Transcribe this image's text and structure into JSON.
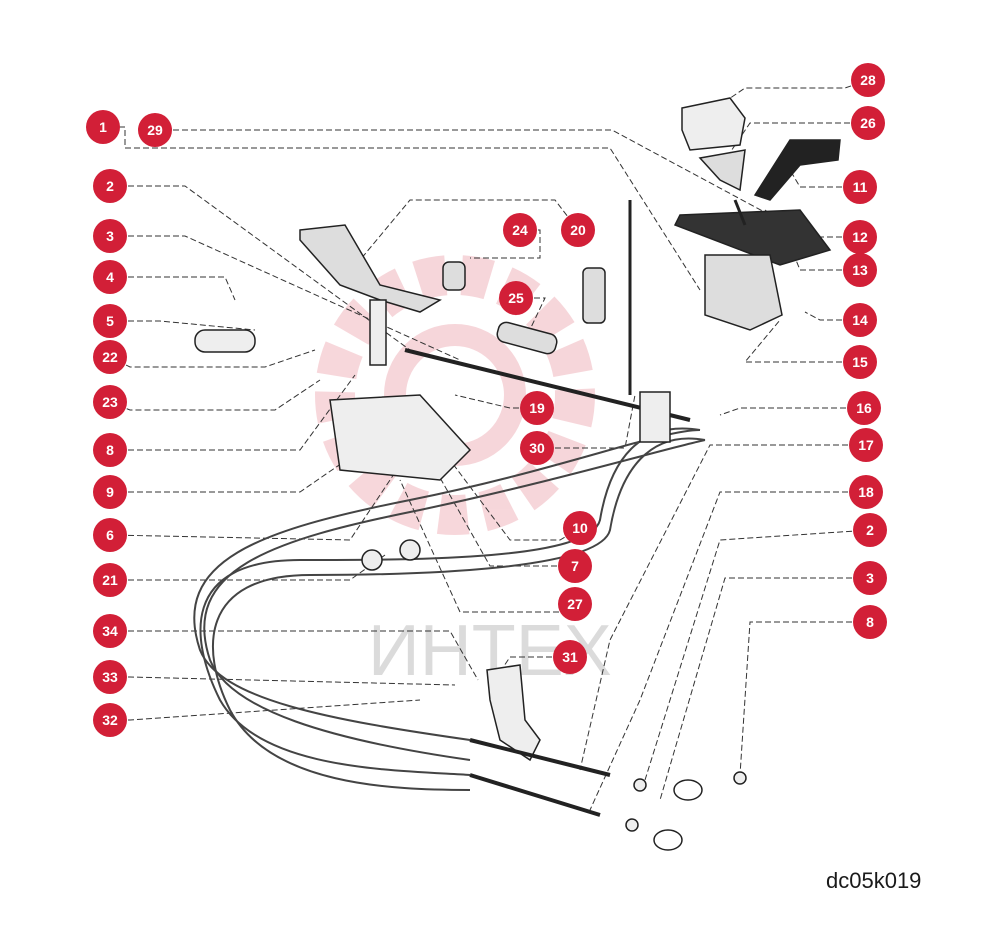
{
  "diagram": {
    "drawing_code": "dc05k019",
    "watermark_text": "ИНТЕХ",
    "colors": {
      "callout": "#d21f37",
      "line": "#222222",
      "watermark": "#e88c97"
    },
    "callouts": [
      "1",
      "29",
      "2",
      "3",
      "4",
      "5",
      "22",
      "23",
      "8",
      "9",
      "6",
      "21",
      "34",
      "33",
      "32",
      "24",
      "20",
      "25",
      "19",
      "30",
      "10",
      "7",
      "27",
      "31",
      "28",
      "26",
      "11",
      "12",
      "13",
      "14",
      "15",
      "16",
      "17",
      "18",
      "2",
      "3",
      "8"
    ]
  }
}
